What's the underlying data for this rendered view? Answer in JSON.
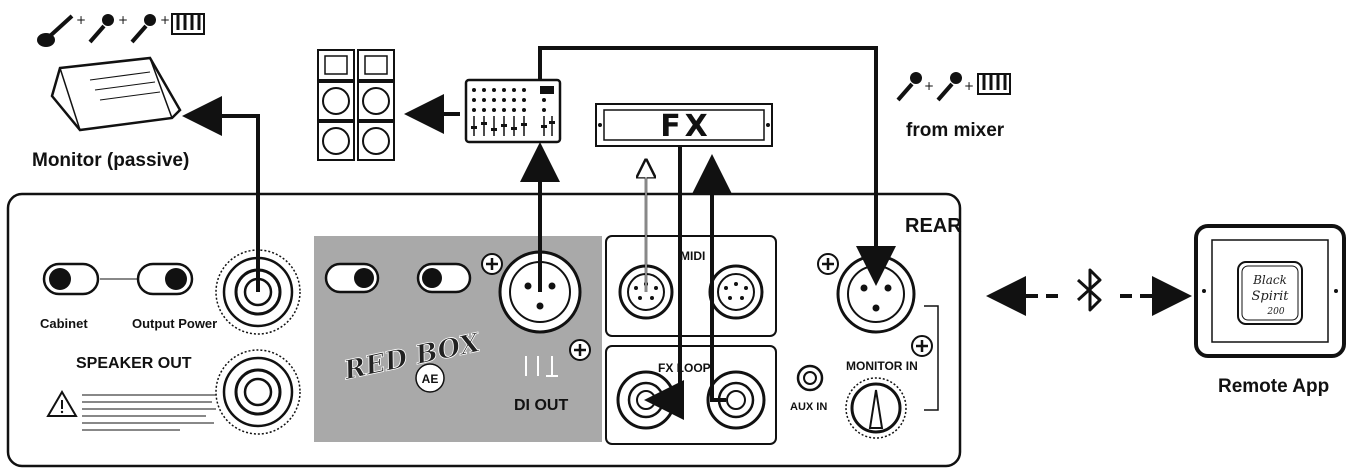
{
  "labels": {
    "monitor": "Monitor (passive)",
    "from_mixer": "from mixer",
    "rear": "REAR",
    "remote_app": "Remote App",
    "fx": "FX",
    "cabinet": "Cabinet",
    "output_power": "Output Power",
    "speaker_out": "SPEAKER OUT",
    "di_out": "DI OUT",
    "midi": "MIDI",
    "fx_loop": "FX LOOP",
    "aux_in": "AUX IN",
    "monitor_in": "MONITOR IN",
    "red_box": "RED BOX",
    "ae": "AE",
    "app_logo_line1": "Black",
    "app_logo_line2": "Spirit",
    "app_logo_line3": "200"
  },
  "icons": {
    "instruments_left": [
      "guitar-icon",
      "microphone-icon",
      "microphone-icon",
      "keyboard-icon"
    ],
    "instruments_right": [
      "microphone-icon",
      "microphone-icon",
      "keyboard-icon"
    ],
    "bluetooth": "bluetooth-icon"
  },
  "colors": {
    "line": "#111111",
    "panel_fill": "#ffffff",
    "redbox_panel": "#a9a9a9"
  }
}
